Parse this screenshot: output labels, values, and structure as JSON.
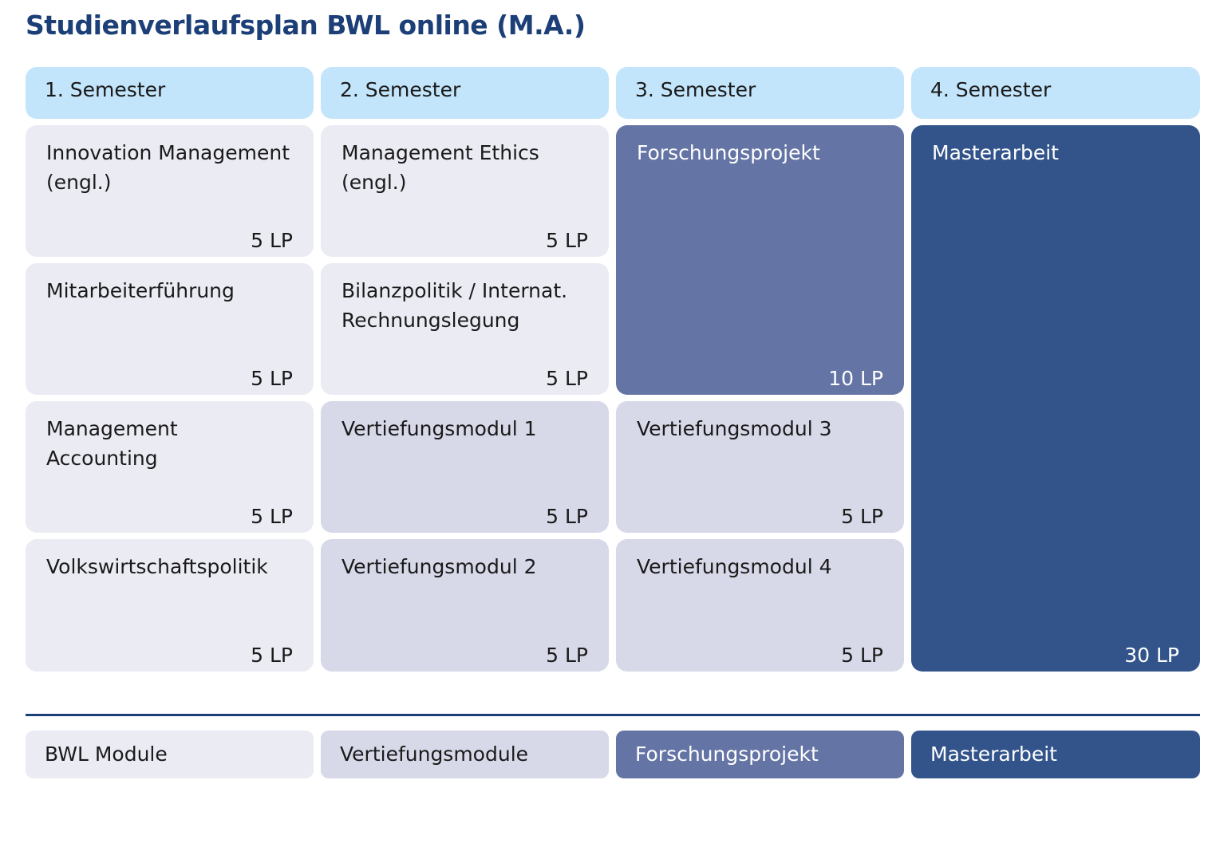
{
  "title": "Studienverlaufsplan BWL online (M.A.)",
  "colors": {
    "header": "#c3e5fb",
    "bwl_module": "#ebebf4",
    "vertiefungsmodule": "#d7d8e8",
    "forschungsprojekt": "#6474a5",
    "masterarbeit": "#32548b",
    "title": "#1c3f78"
  },
  "semesters": [
    {
      "label": "1. Semester",
      "modules": [
        {
          "name": "Innovation Management\n(engl.)",
          "lp": "5 LP"
        },
        {
          "name": "Mitarbeiterführung",
          "lp": "5 LP"
        },
        {
          "name": "Management\nAccounting",
          "lp": "5 LP"
        },
        {
          "name": "Volkswirtschaftspolitik",
          "lp": "5 LP"
        }
      ]
    },
    {
      "label": "2. Semester",
      "modules": [
        {
          "name": "Management Ethics\n(engl.)",
          "lp": "5 LP"
        },
        {
          "name": "Bilanzpolitik / Internat.\nRechnungslegung",
          "lp": "5 LP"
        },
        {
          "name": "Vertiefungsmodul 1",
          "lp": "5 LP"
        },
        {
          "name": "Vertiefungsmodul 2",
          "lp": "5 LP"
        }
      ]
    },
    {
      "label": "3. Semester",
      "modules": [
        {
          "name": "Forschungsprojekt",
          "lp": "10 LP"
        },
        {
          "name": "Vertiefungsmodul 3",
          "lp": "5 LP"
        },
        {
          "name": "Vertiefungsmodul 4",
          "lp": "5 LP"
        }
      ]
    },
    {
      "label": "4. Semester",
      "modules": [
        {
          "name": "Masterarbeit",
          "lp": "30 LP"
        }
      ]
    }
  ],
  "legend": [
    {
      "label": "BWL Module"
    },
    {
      "label": "Vertiefungsmodule"
    },
    {
      "label": "Forschungsprojekt"
    },
    {
      "label": "Masterarbeit"
    }
  ]
}
